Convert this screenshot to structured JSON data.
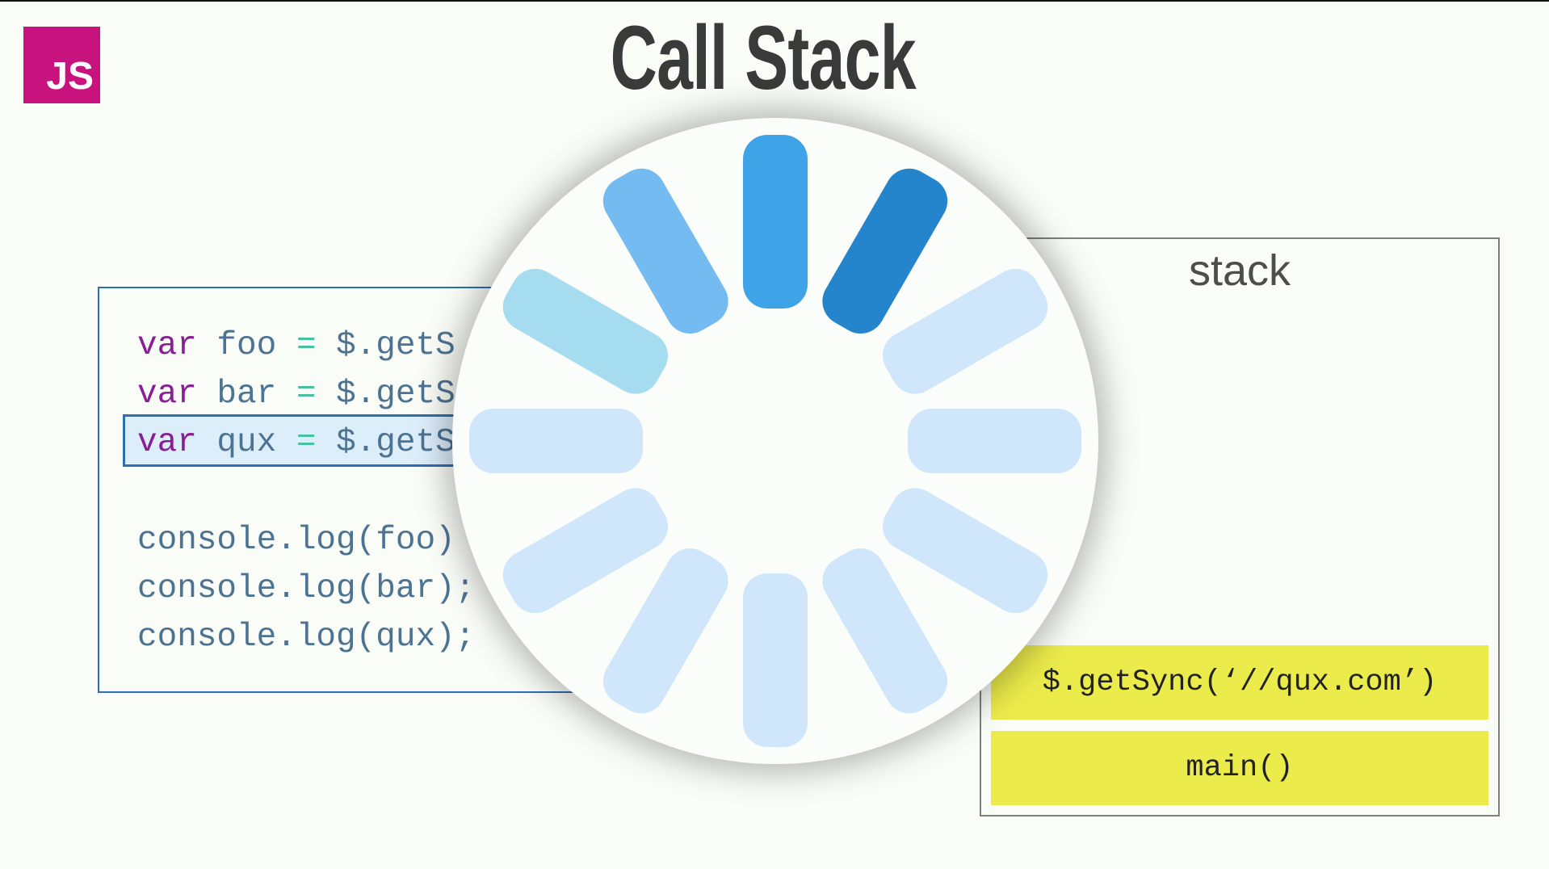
{
  "logo": {
    "text": "JS",
    "color": "#c8137e"
  },
  "title": "Call Stack",
  "code": {
    "lines": [
      {
        "kw": "var",
        "name": "foo",
        "op": "=",
        "rest": "$.getS"
      },
      {
        "kw": "var",
        "name": "bar",
        "op": "=",
        "rest": "$.getS"
      },
      {
        "kw": "var",
        "name": "qux",
        "op": "=",
        "rest": "$.getS"
      }
    ],
    "highlighted_line": 3,
    "logs": [
      "console.log(foo)",
      "console.log(bar);",
      "console.log(qux);"
    ]
  },
  "stack": {
    "title": "stack",
    "frames": [
      "$.getSync('//qux.com')",
      "main()"
    ],
    "frame_color": "#ebeb4b"
  },
  "spinner": {
    "icon": "loading-spinner-icon",
    "spoke_colors": [
      "#3fa3e8",
      "#2585cc",
      "#cfe6fb",
      "#cfe6fb",
      "#cfe6fb",
      "#cfe6fb",
      "#cfe6fb",
      "#cfe6fb",
      "#cfe6fb",
      "#cfe6fb",
      "#a6dcf0",
      "#74bbf2"
    ]
  }
}
